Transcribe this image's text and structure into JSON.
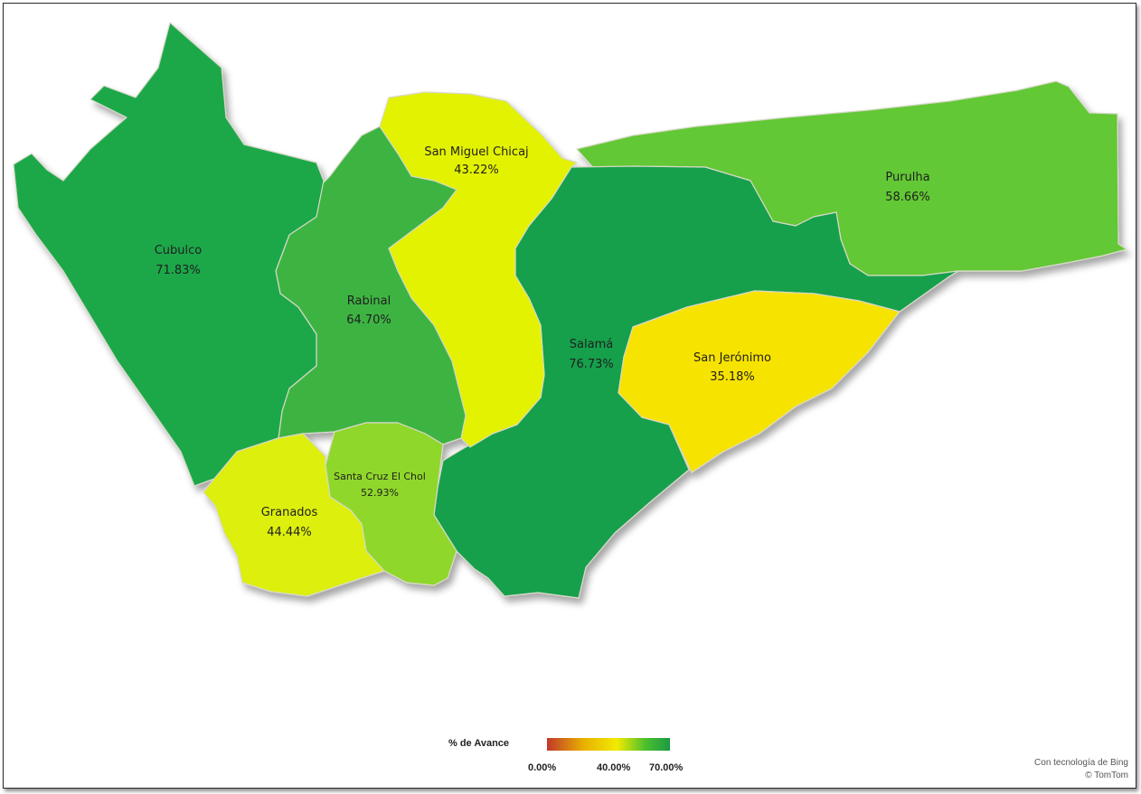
{
  "regions": [
    {
      "name": "Cubulco",
      "value": "71.83%",
      "color": "#1fa84a"
    },
    {
      "name": "Rabinal",
      "value": "64.70%",
      "color": "#3cb443"
    },
    {
      "name": "San Miguel Chicaj",
      "value": "43.22%",
      "color": "#e3f200"
    },
    {
      "name": "Salamá",
      "value": "76.73%",
      "color": "#17a04c"
    },
    {
      "name": "Purulha",
      "value": "58.66%",
      "color": "#62c836"
    },
    {
      "name": "San Jerónimo",
      "value": "35.18%",
      "color": "#f7e300"
    },
    {
      "name": "Granados",
      "value": "44.44%",
      "color": "#dcef11"
    },
    {
      "name": "Santa Cruz El Chol",
      "value": "52.93%",
      "color": "#8fd72a"
    }
  ],
  "legend": {
    "title": "% de Avance",
    "ticks": [
      "0.00%",
      "40.00%",
      "70.00%"
    ]
  },
  "credits": {
    "line1": "Con tecnología de Bing",
    "line2": "© TomTom"
  }
}
